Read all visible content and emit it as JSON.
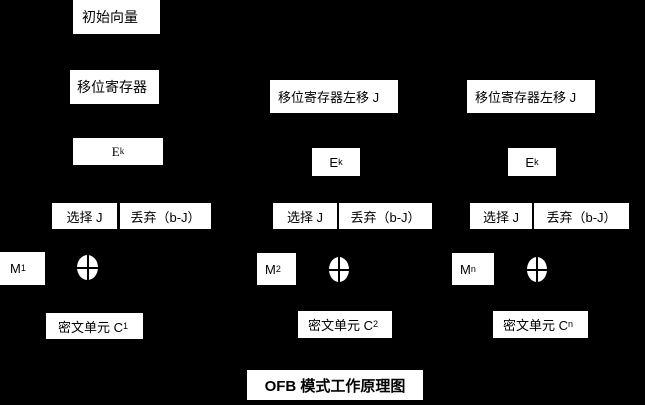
{
  "title": "OFB 模式工作原理图",
  "initial_vector": "初始向量",
  "colors": {
    "background": "#000000",
    "box_fill": "#ffffff",
    "text": "#000000"
  },
  "columns": [
    {
      "register": "移位寄存器",
      "cipher": {
        "base": "E",
        "sub": "k"
      },
      "select": "选择 J",
      "discard": "丢弃（b-J）",
      "message": {
        "base": "M",
        "sub": "1"
      },
      "ciphertext": {
        "base": "密文单元 C",
        "sub": "1"
      }
    },
    {
      "register": "移位寄存器左移 J",
      "cipher": {
        "base": "E",
        "sub": "k"
      },
      "select": "选择 J",
      "discard": "丢弃（b-J）",
      "message": {
        "base": "M",
        "sub": "2"
      },
      "ciphertext": {
        "base": "密文单元 C",
        "sub": "2"
      }
    },
    {
      "register": "移位寄存器左移 J",
      "cipher": {
        "base": "E",
        "sub": "k"
      },
      "select": "选择 J",
      "discard": "丢弃（b-J）",
      "message": {
        "base": "M",
        "sub": "n"
      },
      "ciphertext": {
        "base": "密文单元 C",
        "sub": "n"
      }
    }
  ]
}
